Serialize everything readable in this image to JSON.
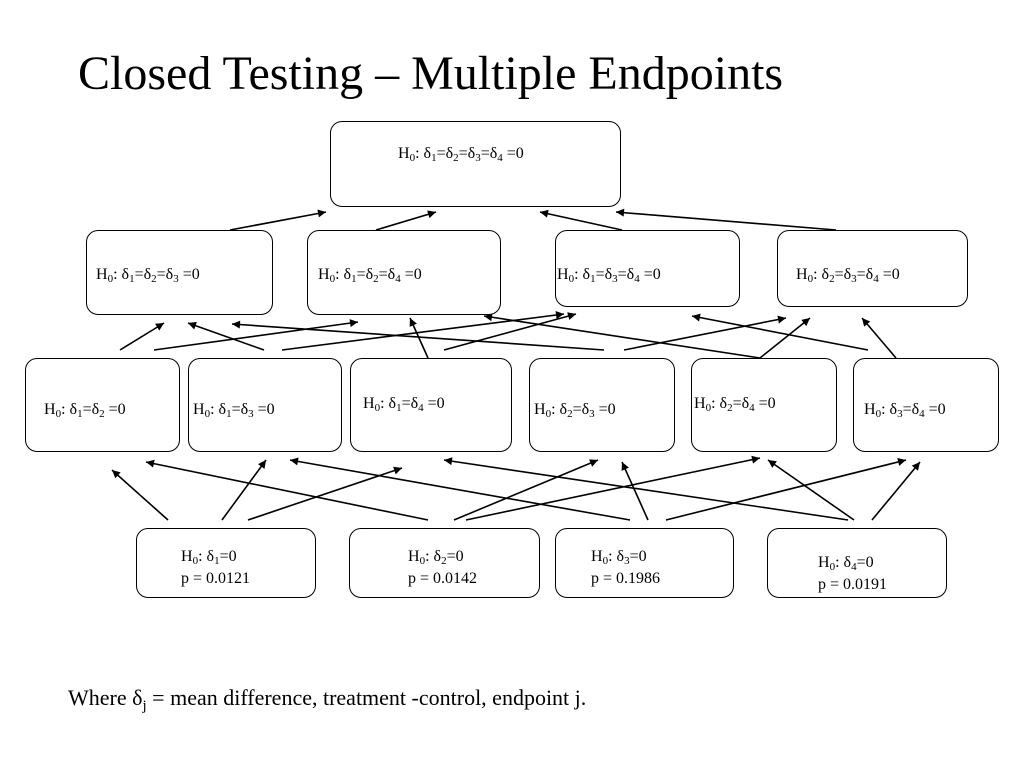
{
  "title": "Closed Testing – Multiple Endpoints",
  "nodes": {
    "h1234": {
      "sub": [
        "1",
        "2",
        "3",
        "4"
      ],
      "value": "0"
    },
    "h123": {
      "sub": [
        "1",
        "2",
        "3"
      ],
      "value": "0"
    },
    "h124": {
      "sub": [
        "1",
        "2",
        "4"
      ],
      "value": "0"
    },
    "h134": {
      "sub": [
        "1",
        "3",
        "4"
      ],
      "value": "0"
    },
    "h234": {
      "sub": [
        "2",
        "3",
        "4"
      ],
      "value": "0"
    },
    "h12": {
      "sub": [
        "1",
        "2"
      ],
      "value": "0"
    },
    "h13": {
      "sub": [
        "1",
        "3"
      ],
      "value": "0"
    },
    "h14": {
      "sub": [
        "1",
        "4"
      ],
      "value": "0"
    },
    "h23": {
      "sub": [
        "2",
        "3"
      ],
      "value": "0"
    },
    "h24": {
      "sub": [
        "2",
        "4"
      ],
      "value": "0"
    },
    "h34": {
      "sub": [
        "3",
        "4"
      ],
      "value": "0"
    },
    "h1": {
      "sub": [
        "1"
      ],
      "value": "0",
      "p_text": "p = 0.0121"
    },
    "h2": {
      "sub": [
        "2"
      ],
      "value": "0",
      "p_text": "p = 0.0142"
    },
    "h3": {
      "sub": [
        "3"
      ],
      "value": "0",
      "p_text": "p = 0.1986"
    },
    "h4": {
      "sub": [
        "4"
      ],
      "value": "0",
      "p_text": "p = 0.0191"
    }
  },
  "footnote": {
    "prefix": "Where δ",
    "subscript": "j",
    "suffix": " = mean difference, treatment -control, endpoint j."
  },
  "colors": {
    "stroke": "#000000",
    "background": "#ffffff"
  }
}
